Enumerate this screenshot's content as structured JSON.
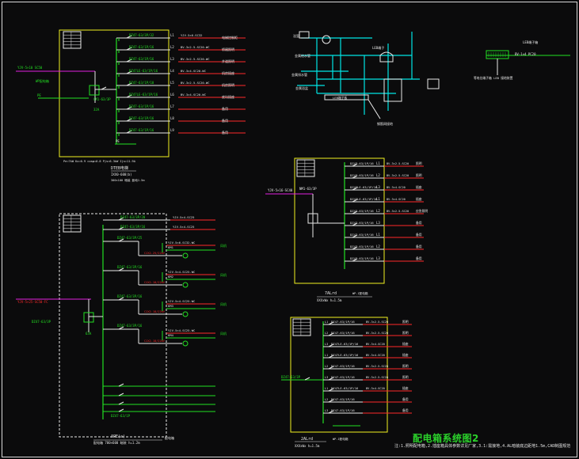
{
  "drawing": {
    "title": "配电箱系统图2",
    "note": "注:1.照明配电箱,2.插座箱具体参数详见厂家,3.1:需接地,4.AL暗装底边距地1.5m,CAD制图规范"
  },
  "panels": {
    "p1": {
      "name": "DTEB电梯",
      "sub": "IXX0-600(b)",
      "note": "300×100 暗装 距地1.5m",
      "inlet_label": "YJV-5×10 SC50",
      "inlet_label2": "WP配电箱",
      "main_breaker": "CM1-63/3P",
      "main_breaker2": "32A",
      "summary": "Pe=7kW Kx=0.9 cosφ=0.8 Pjs=6.3kW Ijs=11.9A",
      "circuits": [
        {
          "no": "L1",
          "breaker": "DZ47-63/3P/32",
          "cable": "YJV-5×6-SC32",
          "dest": "电梯控制柜"
        },
        {
          "no": "L2",
          "breaker": "DZ47-63/1P/16",
          "cable": "BV-3×2.5-SC20-WC",
          "dest": "轿厢照明"
        },
        {
          "no": "L3",
          "breaker": "DZ47-63/1P/16",
          "cable": "BV-3×2.5-SC20-WC",
          "dest": "井道照明"
        },
        {
          "no": "L4",
          "breaker": "DZ47LE-63/1P/16",
          "cable": "BV-3×4-SC20-WC",
          "dest": "机房插座"
        },
        {
          "no": "L5",
          "breaker": "DZ47-63/1P/10",
          "cable": "BV-3×2.5-SC20-WC",
          "dest": "机房照明"
        },
        {
          "no": "L6",
          "breaker": "DZ47LE-63/1P/16",
          "cable": "BV-3×4-SC20-WC",
          "dest": "底坑插座"
        },
        {
          "no": "L7",
          "breaker": "DZ47-63/1P/16",
          "cable": "",
          "dest": "备用"
        },
        {
          "no": "L8",
          "breaker": "DZ47-63/1P/16",
          "cable": "",
          "dest": "备用"
        },
        {
          "no": "L9",
          "breaker": "DZ47-63/1P/16",
          "cable": "",
          "dest": "备用"
        }
      ]
    },
    "p2": {
      "name": "APE(a)",
      "note": "配电箱 700×600 暗装 h=1.2m",
      "right_label": "配电箱",
      "inlet_label": "YJV-5×25-SC50-FC",
      "main_breaker": "DZ47-63/3P",
      "main_breaker2": "63A",
      "bottom_breaker": "DZ47-63/1P",
      "groups": [
        {
          "breaker": "DZ47-63/3P/25",
          "cable": "YJV-5×6-SC32-WC",
          "tag": "风机",
          "sub": "CJX2-25/220V",
          "ct": "KM1"
        },
        {
          "breaker": "DZ47-63/3P/16",
          "cable": "YJV-5×4-SC25-WC",
          "tag": "风机",
          "sub": "CJX2-18/220V",
          "ct": "KM2"
        },
        {
          "breaker": "DZ47-63/3P/16",
          "cable": "YJV-5×4-SC25-WC",
          "tag": "风机",
          "sub": "CJX2-18/220V",
          "ct": "KM3"
        },
        {
          "breaker": "DZ47-63/3P/16",
          "cable": "YJV-5×4-SC25-WC",
          "tag": "风机",
          "sub": "CJX2-18/220V",
          "ct": "KM4"
        }
      ]
    },
    "p3": {
      "name": "7ALrd",
      "note": "XXXxWx h=1.5m",
      "right": "WP-1配电箱",
      "inlet_label": "YJV-5×16-SC40",
      "main_breaker": "NM1-63/3P",
      "circuits": [
        {
          "no": "L1",
          "breaker": "DZ47-63/1P/16",
          "cable": "BV-3×2.5-SC20",
          "dest": "照明"
        },
        {
          "no": "L2",
          "breaker": "DZ47-63/1P/16",
          "cable": "BV-3×2.5-SC20",
          "dest": "照明"
        },
        {
          "no": "L3",
          "breaker": "DZ47LE-63/1P/16",
          "cable": "BV-3×4-SC20",
          "dest": "插座"
        },
        {
          "no": "L1",
          "breaker": "DZ47LE-63/1P/16",
          "cable": "BV-3×4-SC20",
          "dest": "插座"
        },
        {
          "no": "L2",
          "breaker": "DZ47-63/1P/16",
          "cable": "BV-3×2.5-SC20",
          "dest": "应急照明"
        },
        {
          "no": "L3",
          "breaker": "DZ47-63/1P/16",
          "cable": "",
          "dest": "备用"
        },
        {
          "no": "L1",
          "breaker": "DZ47-63/1P/16",
          "cable": "",
          "dest": "备用"
        },
        {
          "no": "L2",
          "breaker": "DZ47-63/1P/16",
          "cable": "",
          "dest": "备用"
        },
        {
          "no": "L3",
          "breaker": "DZ47-63/1P/16",
          "cable": "",
          "dest": "备用"
        }
      ]
    },
    "p4": {
      "name": "2ALrd",
      "note": "XXXxWx h=1.5m",
      "right": "WP-1配电箱",
      "main_breaker": "DZ47-63/3P",
      "circuits": [
        {
          "no": "L1",
          "breaker": "DZ47-63/1P/16",
          "cable": "BV-3×2.5-SC20",
          "dest": "照明"
        },
        {
          "no": "L2",
          "breaker": "DZ47-63/1P/16",
          "cable": "BV-3×2.5-SC20",
          "dest": "照明"
        },
        {
          "no": "L3",
          "breaker": "DZ47LE-63/1P/16",
          "cable": "BV-3×4-SC20",
          "dest": "插座"
        },
        {
          "no": "L1",
          "breaker": "DZ47LE-63/1P/16",
          "cable": "BV-3×4-SC20",
          "dest": "插座"
        },
        {
          "no": "L2",
          "breaker": "DZ47-63/1P/16",
          "cable": "BV-3×2.5-SC20",
          "dest": "照明"
        },
        {
          "no": "L3",
          "breaker": "DZ47-63/1P/16",
          "cable": "BV-3×2.5-SC20",
          "dest": "照明"
        },
        {
          "no": "L1",
          "breaker": "DZ47LE-63/1P/16",
          "cable": "BV-3×4-SC20",
          "dest": "插座"
        },
        {
          "no": "L2",
          "breaker": "DZ47-63/1P/16",
          "cable": "",
          "dest": "备用"
        },
        {
          "no": "L3",
          "breaker": "DZ47-63/1P/16",
          "cable": "",
          "dest": "备用"
        }
      ]
    }
  },
  "bonding": {
    "title": "等电位联结",
    "labels": [
      "浴室",
      "金属给水管",
      "金属排水管",
      "金属浴盆",
      "LEB端子板",
      "钢筋网接地"
    ],
    "small_label": "LEB端子"
  },
  "leb": {
    "label1": "LEB端子箱",
    "label2": "BV-1×4 PC20",
    "label3": "等电位端子箱 LEB 接地装置"
  }
}
